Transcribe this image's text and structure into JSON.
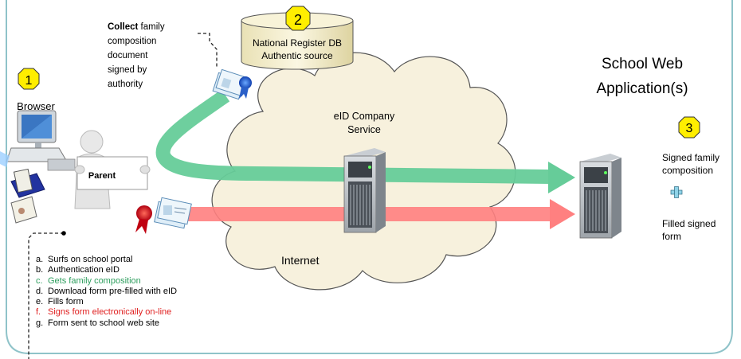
{
  "steps_markers": {
    "one": "1",
    "two": "2",
    "three": "3"
  },
  "collect_note": {
    "bold": "Collect",
    "lines": [
      "family",
      "composition",
      "document",
      "signed by",
      "authority"
    ]
  },
  "database": {
    "line1": "National Register DB",
    "line2": "Authentic source"
  },
  "school": {
    "line1": "School Web",
    "line2": "Application(s)"
  },
  "browser_label": "Browser",
  "parent_label": "Parent",
  "eid_service": {
    "line1": "eID Company",
    "line2": "Service"
  },
  "internet_label": "Internet",
  "signed_family": {
    "line1": "Signed family",
    "line2": "composition"
  },
  "filled_form": {
    "line1": "Filled signed",
    "line2": "form"
  },
  "steps": [
    {
      "letter": "a.",
      "text": "Surfs on school portal",
      "color": "#000000"
    },
    {
      "letter": "b.",
      "text": "Authentication eID",
      "color": "#000000"
    },
    {
      "letter": "c.",
      "text": "Gets family composition",
      "color": "#2e9e5e"
    },
    {
      "letter": "d.",
      "text": "Download form pre-filled with eID",
      "color": "#000000"
    },
    {
      "letter": "e.",
      "text": "Fills form",
      "color": "#000000"
    },
    {
      "letter": "f.",
      "text": "Signs form electronically on-line",
      "color": "#e02020"
    },
    {
      "letter": "g.",
      "text": "Form sent to school web site",
      "color": "#000000"
    }
  ],
  "colors": {
    "frame": "#8fc3c9",
    "green_arrow": "#66cc99",
    "red_arrow": "#ff8080",
    "marker_fill": "#ffee00",
    "cloud_fill": "#f7f1dd",
    "cylinder_fill": "#f5f0cf"
  }
}
